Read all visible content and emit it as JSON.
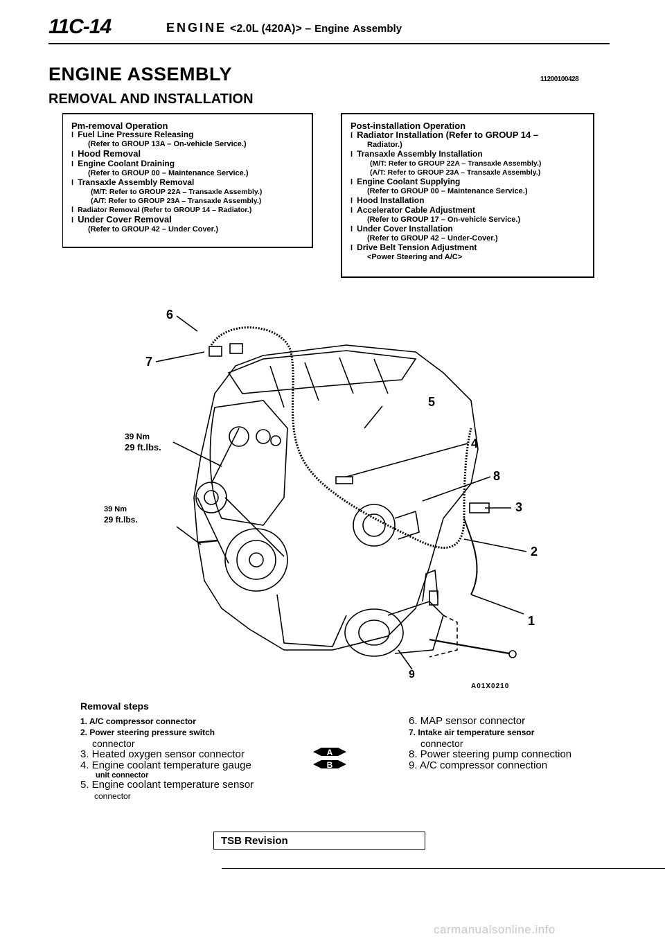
{
  "header": {
    "page_number": "11C-14",
    "section": "ENGINE",
    "engine_code": "<2.0L (420A)> –",
    "topic_a": "Engine",
    "topic_b": "Assembly"
  },
  "title": "ENGINE ASSEMBLY",
  "doc_code": "11200100428",
  "subtitle": "REMOVAL AND INSTALLATION",
  "pre_removal": {
    "heading": "Pm-removal Operation",
    "lines": [
      {
        "type": "bullet",
        "text": "Fuel Line Pressure Releasing"
      },
      {
        "type": "indent",
        "text": "(Refer to GROUP 13A – On-vehicle Service.)"
      },
      {
        "type": "bullet-big",
        "text": "Hood Removal"
      },
      {
        "type": "bullet",
        "text": "Engine Coolant Draining"
      },
      {
        "type": "indent",
        "text": "(Refer to GROUP 00 – Maintenance Service.)"
      },
      {
        "type": "bullet",
        "text": "Transaxle Assembly Removal"
      },
      {
        "type": "indent2",
        "text": "(M/T: Refer to GROUP 22A – Transaxle Assembly.)"
      },
      {
        "type": "indent2",
        "text": "(A/T: Refer to GROUP 23A – Transaxle Assembly.)"
      },
      {
        "type": "bullet-small",
        "text": "Radiator Removal (Refer to GROUP 14 – Radiator.)"
      },
      {
        "type": "bullet-big",
        "text": "Under Cover Removal"
      },
      {
        "type": "indent",
        "text": "(Refer to GROUP 42 – Under Cover.)"
      }
    ]
  },
  "post_installation": {
    "heading": "Post-installation Operation",
    "lines": [
      {
        "type": "bullet-big",
        "text": "Radiator Installation (Refer to GROUP 14 –"
      },
      {
        "type": "indent",
        "text": "Radiator.)"
      },
      {
        "type": "bullet",
        "text": "Transaxle Assembly Installation"
      },
      {
        "type": "indent2",
        "text": "(M/T: Refer to GROUP 22A – Transaxle Assembly.)"
      },
      {
        "type": "indent2",
        "text": "(A/T: Refer to GROUP 23A – Transaxle Assembly.)"
      },
      {
        "type": "bullet",
        "text": "Engine Coolant Supplying"
      },
      {
        "type": "indent",
        "text": "(Refer to GROUP 00 – Maintenance Service.)"
      },
      {
        "type": "bullet",
        "text": "Hood Installation"
      },
      {
        "type": "bullet",
        "text": "Accelerator Cable Adjustment"
      },
      {
        "type": "indent",
        "text": "(Refer to GROUP 17 – On-vehicle Service.)"
      },
      {
        "type": "bullet",
        "text": "Under Cover Installation"
      },
      {
        "type": "indent",
        "text": "(Refer to GROUP 42 – Under-Cover.)"
      },
      {
        "type": "bullet",
        "text": "Drive Belt Tension Adjustment"
      },
      {
        "type": "indent",
        "text": "<Power Steering and A/C>"
      }
    ]
  },
  "diagram": {
    "torque_1_nm": "39 Nm",
    "torque_1_ft": "29 ft.lbs.",
    "torque_2_nm": "39 Nm",
    "torque_2_ft": "29 ft.lbs.",
    "callouts": [
      "1",
      "2",
      "3",
      "4",
      "5",
      "6",
      "7",
      "8",
      "9"
    ],
    "figure_code": "A01X0210"
  },
  "removal_steps": {
    "title": "Removal steps",
    "left": [
      {
        "text": "1. A/C compressor connector",
        "style": "small"
      },
      {
        "text": "2. Power steering pressure switch",
        "style": "small"
      },
      {
        "text": "connector",
        "style": "cont"
      },
      {
        "text": "3. Heated oxygen sensor connector",
        "style": "normal"
      },
      {
        "text": "4. Engine coolant temperature gauge",
        "style": "normal"
      },
      {
        "text": "unit connector",
        "style": "cont-small"
      },
      {
        "text": "5. Engine coolant temperature sensor",
        "style": "normal"
      },
      {
        "text": "connector",
        "style": "cont-tiny"
      }
    ],
    "right": [
      {
        "text": "6. MAP sensor connector",
        "style": "normal"
      },
      {
        "text": "7. Intake air temperature sensor",
        "style": "small"
      },
      {
        "text": "connector",
        "style": "cont"
      },
      {
        "text": "8. Power steering pump connection",
        "style": "normal"
      },
      {
        "text": "9. A/C compressor connection",
        "style": "normal"
      }
    ],
    "marks": [
      "A",
      "B"
    ]
  },
  "footer": {
    "tsb": "TSB Revision",
    "watermark": "carmanualsonline.info"
  }
}
